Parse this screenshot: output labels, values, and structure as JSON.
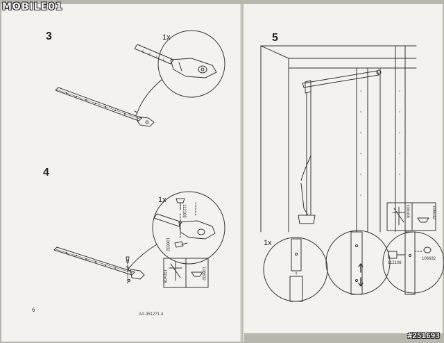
{
  "watermark": {
    "brand": "MOBILE",
    "logo_symbol": "01"
  },
  "image_id": "#251693",
  "left_page": {
    "page_number": "6",
    "doc_code": "AA-351271-4",
    "step3": {
      "number": "3",
      "quantity": "1x"
    },
    "step4": {
      "number": "4",
      "quantity": "1x",
      "part_a": "112108",
      "part_b": "106632",
      "tool_label": "100x08",
      "tool_part": "106632"
    }
  },
  "right_page": {
    "step5": {
      "number": "5",
      "quantity": "1x",
      "tool_label": "100x08",
      "tool_part": "106632",
      "part_a": "112108",
      "part_b": "106632"
    }
  },
  "colors": {
    "paper": "#f3f2ee",
    "line": "#333333",
    "shadow": "#b9b6ad"
  }
}
